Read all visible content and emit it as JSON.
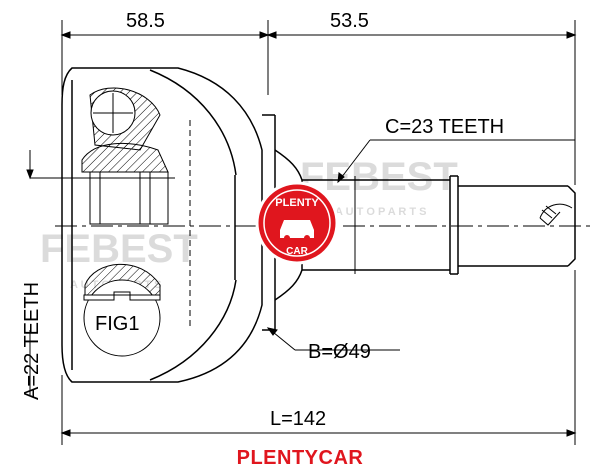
{
  "dimensions": {
    "top_left": "58.5",
    "top_right": "53.5",
    "spline_c": "C=23 TEETH",
    "spline_a": "A=22 TEETH",
    "diameter_b": "B=Ø49",
    "length": "L=142"
  },
  "figure_label": "FIG1",
  "watermark": {
    "brand": "FEBEST",
    "sub": "A U T O   P A R T S"
  },
  "badge": {
    "top": "PLENTY",
    "bottom": "CAR"
  },
  "footer_brand": "PLENTYCAR",
  "colors": {
    "line": "#000000",
    "accent": "#e0161e",
    "watermark": "#d8d8d8"
  }
}
